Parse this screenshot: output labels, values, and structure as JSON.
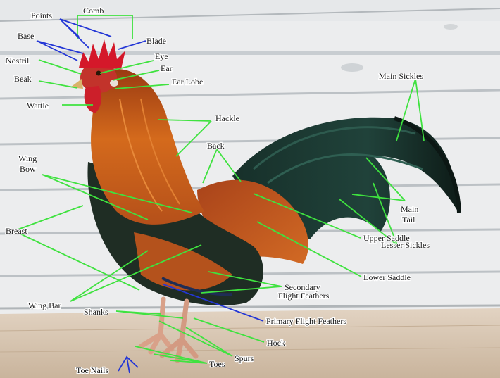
{
  "diagram": {
    "labels": {
      "comb": "Comb",
      "points": "Points",
      "base": "Base",
      "blade": "Blade",
      "nostril": "Nostril",
      "eye": "Eye",
      "ear": "Ear",
      "beak": "Beak",
      "ear_lobe": "Ear Lobe",
      "wattle": "Wattle",
      "hackle": "Hackle",
      "main_sickles": "Main Sickles",
      "back": "Back",
      "wing_bow_1": "Wing",
      "wing_bow_2": "Bow",
      "main_tail_1": "Main",
      "main_tail_2": "Tail",
      "breast": "Breast",
      "lesser_sickles": "Lesser Sickles",
      "upper_saddle": "Upper Saddle",
      "lower_saddle": "Lower Saddle",
      "secondary_1": "Secondary",
      "secondary_2": "Flight Feathers",
      "wing_bar": "Wing Bar",
      "shanks": "Shanks",
      "primary_flight": "Primary Flight Feathers",
      "hock": "Hock",
      "spurs": "Spurs",
      "toes": "Toes",
      "toe_nails": "Toe Nails"
    },
    "colors": {
      "leader_green": "#3fe23f",
      "leader_blue": "#2336d6",
      "wall": "#eceeef",
      "plank_shadow": "#b9bec2",
      "ground": "#d8c7b3",
      "hackle_orange": "#c9601a",
      "body_dark": "#1d2a22",
      "comb_red": "#d4182a"
    }
  }
}
